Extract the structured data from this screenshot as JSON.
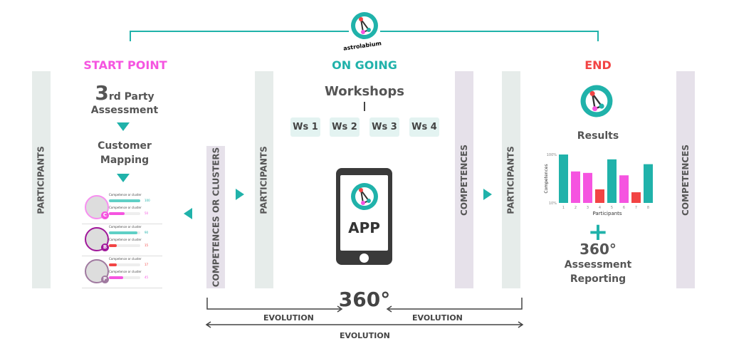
{
  "logo": {
    "text": "astrolabium"
  },
  "headings": {
    "start": "START POINT",
    "ongoing": "ON GOING",
    "end": "END"
  },
  "colors": {
    "pink": "#f554e0",
    "teal": "#20b2aa",
    "red": "#f24444"
  },
  "bars": {
    "b1": "PARTICIPANTS",
    "b2": "COMPETENCES OR CLUSTERS",
    "b3": "PARTICIPANTS",
    "b4": "COMPETENCES",
    "b5": "PARTICIPANTS",
    "b6": "COMPETENCES"
  },
  "start": {
    "big": "3",
    "sup": "rd Party",
    "assessment": "Assessment",
    "mapping1": "Customer",
    "mapping2": "Mapping"
  },
  "cards": [
    {
      "letter": "C",
      "label1": "Competence or cluster",
      "v1": "100",
      "label2": "Competence or cluster",
      "v2": "50"
    },
    {
      "letter": "B",
      "label1": "Competence or cluster",
      "v1": "90",
      "label2": "Competence or cluster",
      "v2": "15"
    },
    {
      "letter": "P",
      "label1": "Competence or cluster",
      "v1": "17",
      "label2": "Competence or cluster",
      "v2": "45"
    }
  ],
  "ongoing": {
    "workshops": "Workshops",
    "ws": [
      "Ws 1",
      "Ws 2",
      "Ws 3",
      "Ws 4"
    ],
    "app": "APP"
  },
  "center360": "360°",
  "evolution": {
    "left": "EVOLUTION",
    "right": "EVOLUTION",
    "bottom": "EVOLUTION"
  },
  "end": {
    "results": "Results",
    "plus": "+",
    "deg": "360°",
    "rep1": "Assessment",
    "rep2": "Reporting"
  },
  "chart_data": {
    "type": "bar",
    "categories": [
      "1",
      "2",
      "3",
      "4",
      "5",
      "6",
      "7",
      "8"
    ],
    "values": [
      100,
      65,
      62,
      28,
      90,
      57,
      22,
      80
    ],
    "colors": [
      "#20b2aa",
      "#f554e0",
      "#f554e0",
      "#f24444",
      "#20b2aa",
      "#f554e0",
      "#f24444",
      "#20b2aa"
    ],
    "xlabel": "Participants",
    "ylabel": "Competences",
    "yticks": [
      "100%",
      "10%"
    ],
    "ylim": [
      0,
      100
    ]
  }
}
